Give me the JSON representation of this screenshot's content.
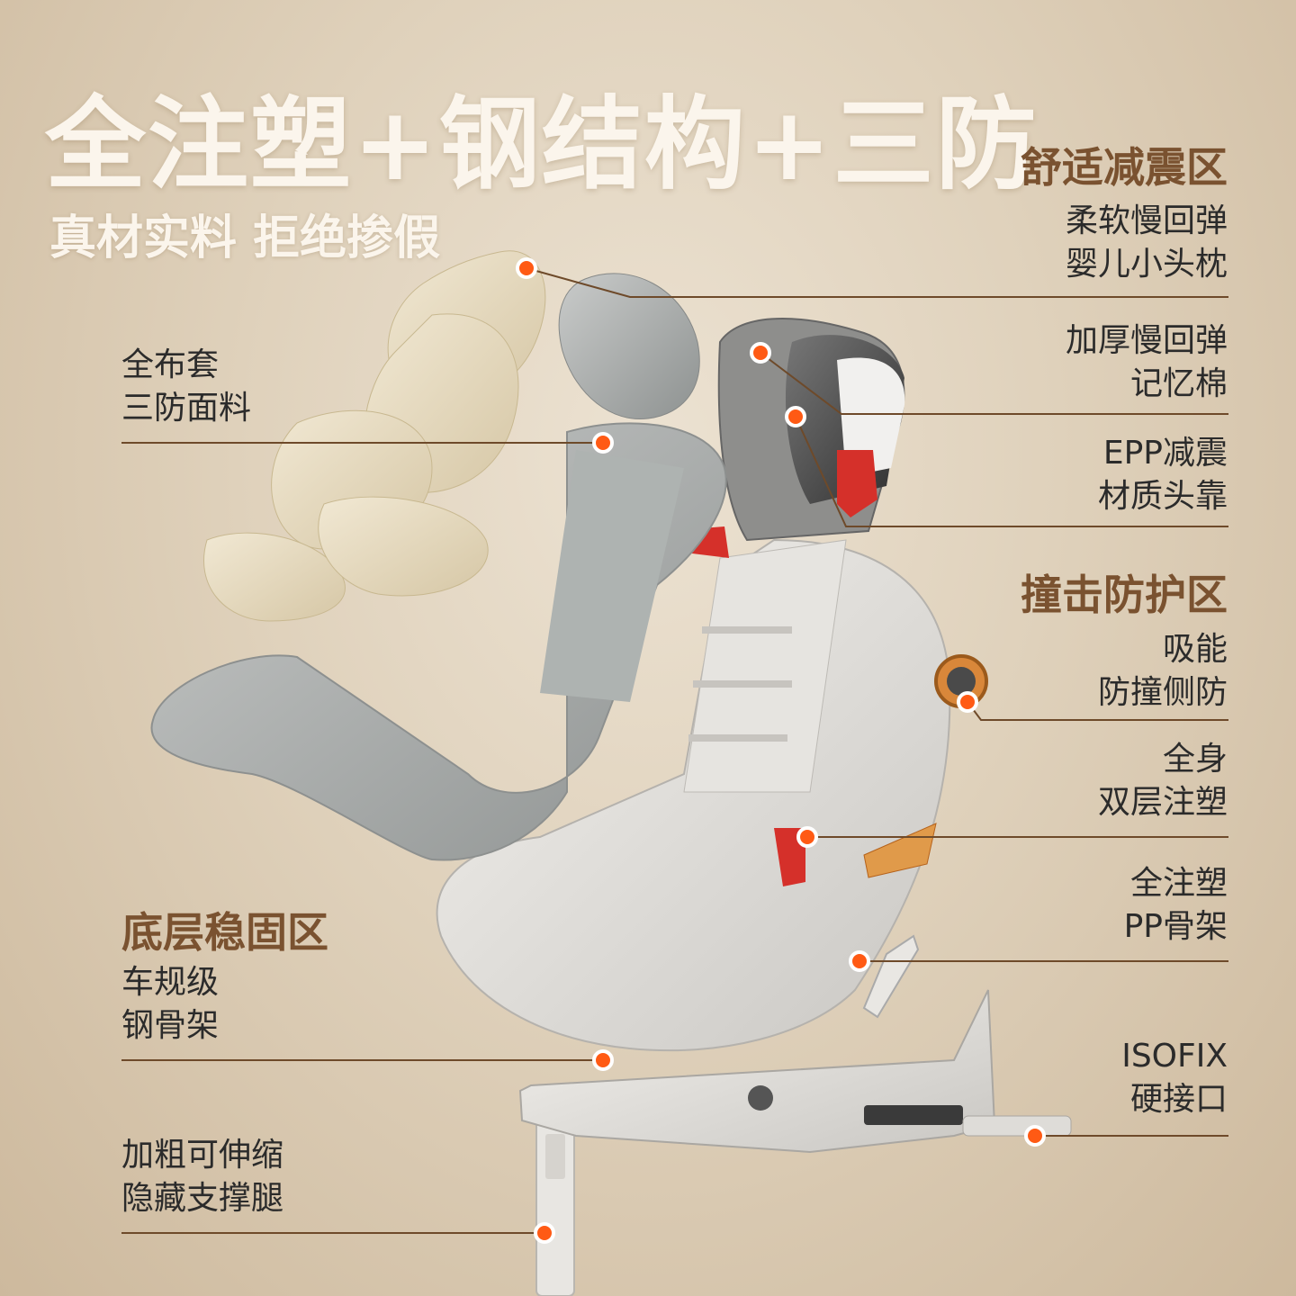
{
  "headline": "全注塑+钢结构+三防",
  "subheadline": "真材实料 拒绝掺假",
  "zones": {
    "comfort": "舒适减震区",
    "impact": "撞击防护区",
    "base": "底层稳固区"
  },
  "features": {
    "pillow": [
      "柔软慢回弹",
      "婴儿小头枕"
    ],
    "foam": [
      "加厚慢回弹",
      "记忆棉"
    ],
    "epp": [
      "EPP减震",
      "材质头靠"
    ],
    "side_impact": [
      "吸能",
      "防撞侧防"
    ],
    "double_mold": [
      "全身",
      "双层注塑"
    ],
    "pp_frame": [
      "全注塑",
      "PP骨架"
    ],
    "isofix": [
      "ISOFIX",
      "硬接口"
    ],
    "fabric": [
      "全布套",
      "三防面料"
    ],
    "steel": [
      "车规级",
      "钢骨架"
    ],
    "leg": [
      "加粗可伸缩",
      "隐藏支撑腿"
    ]
  },
  "colors": {
    "title": "#fbf5ec",
    "zone_title": "#7a5230",
    "body_text": "#2b2b2b",
    "leader_line": "#6e4a2a",
    "marker": "#ff5a14"
  }
}
